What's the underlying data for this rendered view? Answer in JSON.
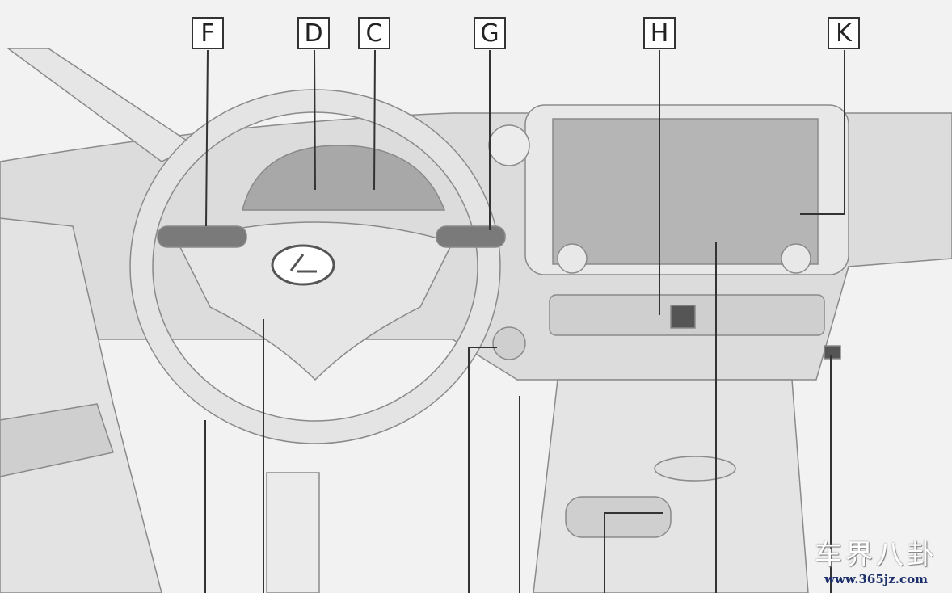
{
  "callouts": [
    {
      "id": "F",
      "label": "F"
    },
    {
      "id": "D",
      "label": "D"
    },
    {
      "id": "C",
      "label": "C"
    },
    {
      "id": "G",
      "label": "G"
    },
    {
      "id": "H",
      "label": "H"
    },
    {
      "id": "K",
      "label": "K"
    }
  ],
  "watermark": {
    "chinese": "车界八卦",
    "url": "www.365jz.com"
  },
  "colors": {
    "line": "#333333",
    "fill": "#d9d9d9",
    "screen": "#b3b3b3",
    "outline": "#8a8a8a"
  }
}
